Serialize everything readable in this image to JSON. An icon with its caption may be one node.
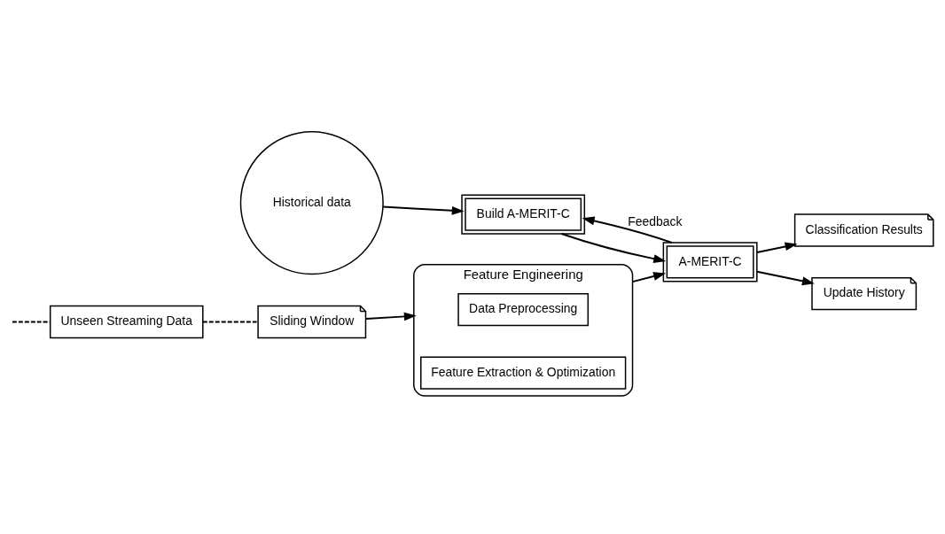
{
  "diagram": {
    "nodes": [
      {
        "text": [
          "Unseen Streaming Data"
        ]
      },
      {
        "text": [
          "Sliding Window"
        ]
      },
      {
        "text": [
          "Feature Engineering"
        ]
      },
      {
        "text": [
          "Data Preprocessing"
        ],
        "in": 2
      },
      {
        "text": [
          "Feature Extraction & Optimization"
        ],
        "in": 2
      },
      {
        "text": [
          "Historical data"
        ]
      },
      {
        "text": [
          "Build A-MERIT-C"
        ]
      },
      {
        "text": [
          "A-MERIT-C"
        ]
      },
      {
        "text": [
          "Classification Results"
        ]
      },
      {
        "text": [
          "Update History"
        ]
      }
    ],
    "edges": [
      {
        "from": null,
        "to": 0,
        "arrow": "none",
        "style": "dashed"
      },
      {
        "from": 0,
        "to": 1,
        "arrow": "none",
        "style": "dashed"
      },
      {
        "from": 1,
        "to": 2,
        "arrow": "to"
      },
      {
        "from": 2,
        "to": 7,
        "arrow": "to"
      },
      {
        "from": 5,
        "to": 6,
        "arrow": "to"
      },
      {
        "from": 6,
        "to": 7,
        "arrow": "to"
      },
      {
        "from": 7,
        "to": 8,
        "arrow": "to"
      },
      {
        "from": 7,
        "to": 9,
        "arrow": "to"
      },
      {
        "from": 7,
        "to": 6,
        "arrow": "to",
        "label": "Feedback"
      }
    ]
  }
}
